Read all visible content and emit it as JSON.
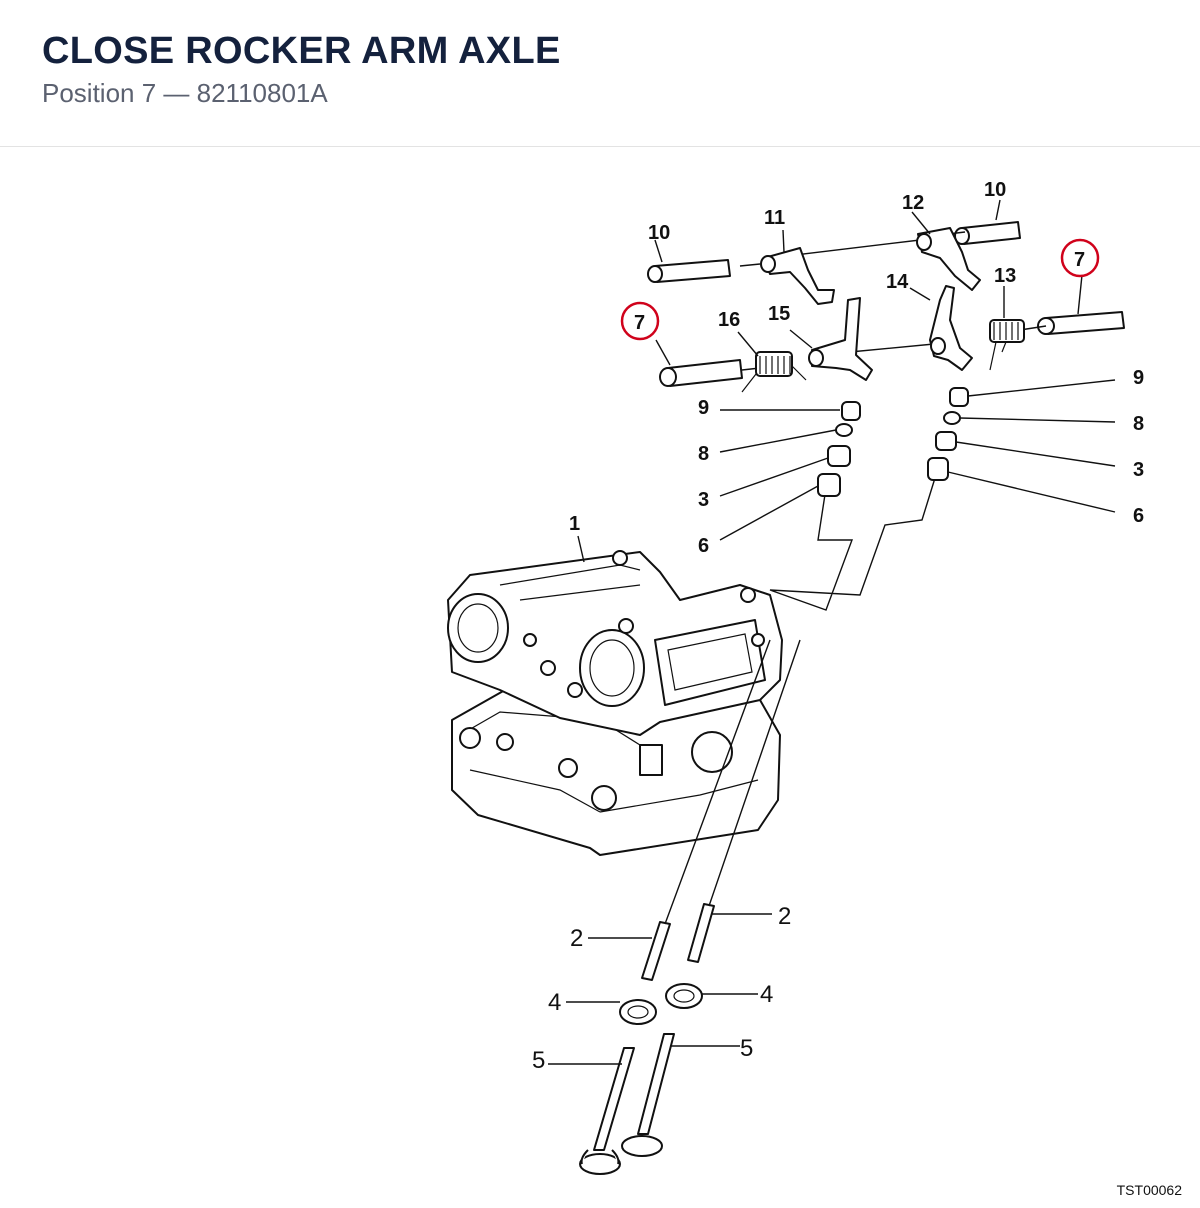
{
  "header": {
    "title": "CLOSE ROCKER ARM AXLE",
    "subtitle": "Position 7 — 82110801A"
  },
  "callouts": {
    "c1": "1",
    "c2a": "2",
    "c2b": "2",
    "c3a": "3",
    "c3b": "3",
    "c4a": "4",
    "c4b": "4",
    "c5a": "5",
    "c5b": "5",
    "c6a": "6",
    "c6b": "6",
    "c7a": "7",
    "c7b": "7",
    "c8a": "8",
    "c8b": "8",
    "c9a": "9",
    "c9b": "9",
    "c10a": "10",
    "c10b": "10",
    "c11": "11",
    "c12": "12",
    "c13": "13",
    "c14": "14",
    "c15": "15",
    "c16": "16"
  },
  "highlight_color": "#d0021b",
  "figure_ref": "TST00062"
}
